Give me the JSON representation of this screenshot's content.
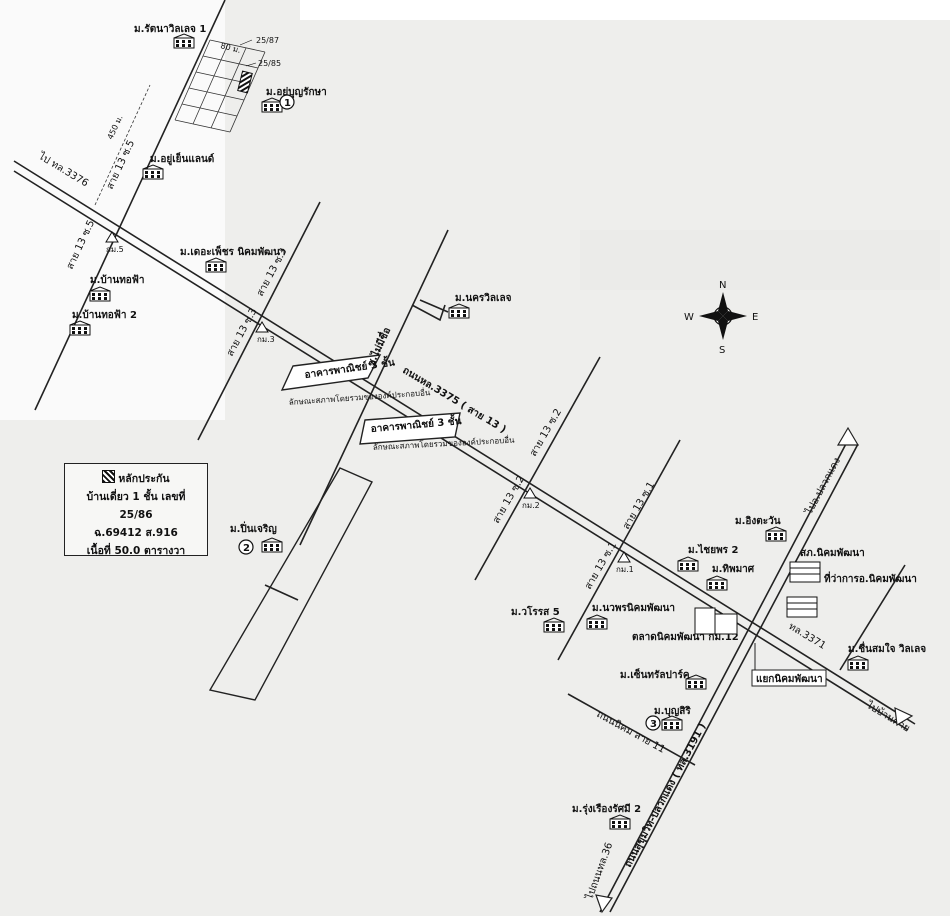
{
  "legend": {
    "title": "หลักประกัน",
    "line1": "บ้านเดี่ยว 1 ชั้น เลขที่ 25/86",
    "line2": "ฉ.69412 ส.916",
    "line3": "เนื้อที่ 50.0 ตารางวา"
  },
  "compass": {
    "n": "N",
    "s": "S",
    "e": "E",
    "w": "W"
  },
  "roads": {
    "main": "ถนนหล.3375 ( สาย 13 )",
    "sukhumvit": "ถนนสุขุมวิท-ปลวกแดง ( ทล.3191 )",
    "to3376": "ไป ทล.3376",
    "tl3371": "ทล.3371",
    "to_pluakdaeng": "ไปอ.ปลวกแดง",
    "to_bankhai": "ไปบ้านค่าย",
    "to_36": "ไปถนนทล.36",
    "soi13_5a": "สาย 13 ซ.5",
    "soi13_5b": "สาย 13 ซ.5",
    "soi13_3a": "สาย 13 ซ.3",
    "soi13_3b": "สาย 13 ซ.3",
    "mai_mee_chue": "ซ.ไม่มีชื่อ",
    "soi13_2a": "สาย 13 ซ.2",
    "soi13_2b": "สาย 13 ซ.2",
    "soi13_1a": "สาย 13 ซ.1",
    "soi13_1b": "สาย 13 ซ.1",
    "nikhom11": "ถนนนิคม สาย 11",
    "yaek": "แยกนิคมพัฒนา",
    "dist450": "450 ม.",
    "dist80": "80 ม."
  },
  "km": {
    "k5": "กม.5",
    "k3": "กม.3",
    "k2": "กม.2",
    "k1": "กม.1"
  },
  "buildings": {
    "bldg3a": "อาคารพาณิชย์ 3 ชั้น",
    "bldg3b": "อาคารพาณิชย์ 3 ชั้น",
    "market": "ตลาดนิคมพัฒนา กม.12",
    "row_a": "ลักษณะสภาพโดยรวมขององค์ประกอบอื่น",
    "row_b": "ลักษณะสภาพโดยรวมขององค์ประกอบอื่น"
  },
  "places": {
    "rattana": "ม.รัตนาวิลเลจ 1",
    "yubun": "ม.อยู่บุญรักษา",
    "yuyen": "ม.อยู่เย็นแลนด์",
    "thepetch": "ม.เดอะเพ็ชร นิคมพัฒนา",
    "bantofa": "ม.บ้านทอฟ้า",
    "bantofa2": "ม.บ้านทอฟ้า 2",
    "nakhon": "ม.นครวิลเลจ",
    "pincharoen": "ม.ปิ่นเจริญ",
    "ingtawan": "ม.อิงตะวัน",
    "chaiyaporn2": "ม.ไชยพร 2",
    "thipmas": "ม.ทิพมาศ",
    "sapho": "สภ.นิคมพัฒนา",
    "amphoe": "ที่ว่าการอ.นิคมพัฒนา",
    "vroses5": "ม.วโรรส 5",
    "nawaporn": "ม.นวพรนิคมพัฒนา",
    "central": "ม.เซ็นทรัลปาร์ค",
    "bunsiri": "ม.บุญสิริ",
    "chuensom": "ม.ชื่นสมใจ วิลเลจ",
    "rungruang": "ม.รุ่งเรืองรัศมี 2"
  },
  "plots": {
    "p1": "25/87",
    "p2": "25/85"
  },
  "markers": {
    "m1": "1",
    "m2": "2",
    "m3": "3"
  }
}
